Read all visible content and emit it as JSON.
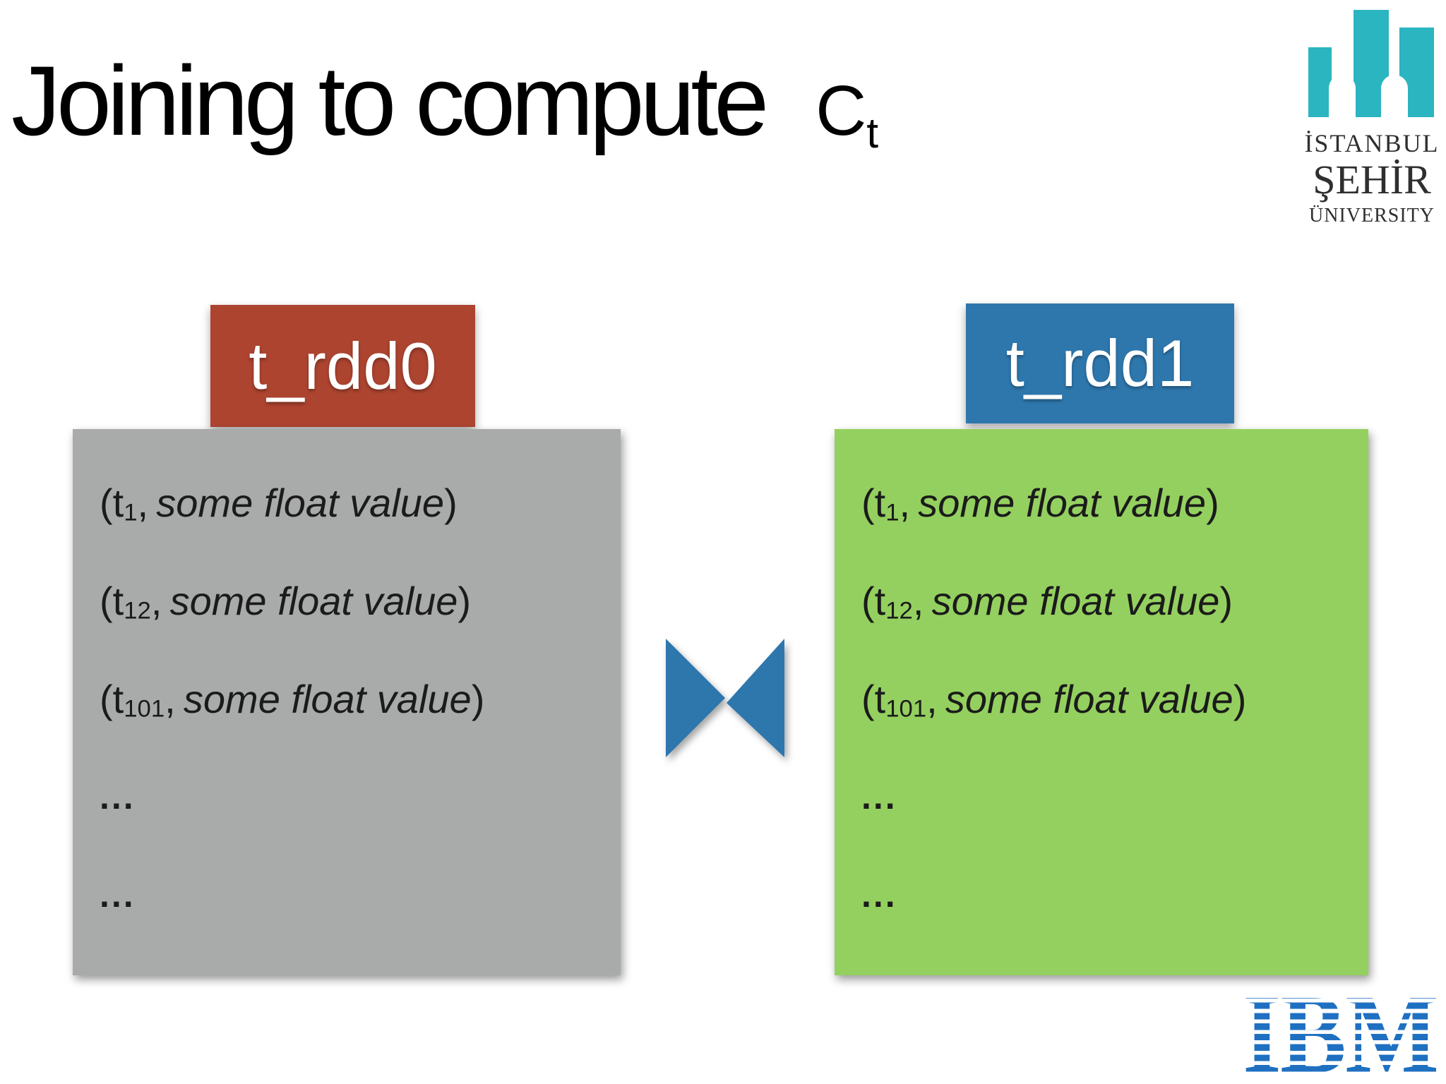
{
  "title": {
    "main": "Joining to compute",
    "formula_base": "C",
    "formula_sub": "t"
  },
  "university_logo": {
    "line1": "İSTANBUL",
    "line2": "ŞEHİR",
    "line3": "ÜNIVERSITY",
    "mark": "three-towers-icon"
  },
  "left_table": {
    "header": "t_rdd0"
  },
  "right_table": {
    "header": "t_rdd1"
  },
  "tuples": [
    {
      "open": "(t",
      "sub": "1",
      "comma": ",",
      "value": "some float value",
      "close": ")"
    },
    {
      "open": "(t",
      "sub": "12",
      "comma": ",",
      "value": "some float value",
      "close": ")"
    },
    {
      "open": "(t",
      "sub": "101",
      "comma": ",",
      "value": "some float value",
      "close": ")"
    },
    {
      "ellipsis": "..."
    },
    {
      "ellipsis": "..."
    }
  ],
  "join": {
    "icon": "natural-join-bowtie"
  },
  "ibm_logo": {
    "text": "IBM"
  },
  "colors": {
    "title_text": "#000000",
    "red_header": "#AC4430",
    "blue_header": "#2E77AD",
    "gray_box": "#A9ABAA",
    "green_box": "#94D05F",
    "join_blue": "#2E77AD",
    "teal": "#2AB5C0",
    "logo_text": "#2F2F2F",
    "ibm_blue": "#1F70C1",
    "tuple_text": "#1B1B1B"
  }
}
